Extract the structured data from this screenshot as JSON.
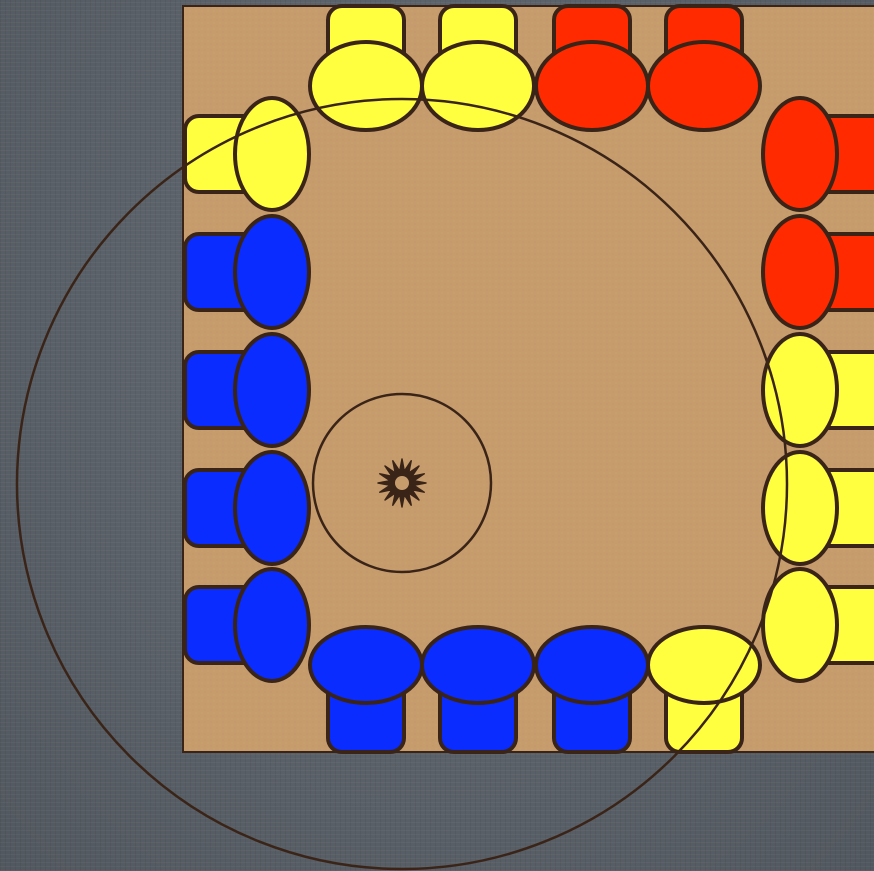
{
  "game": {
    "colors": {
      "board": "#c69c6d",
      "outline": "#3a2418",
      "red": "#ff2a00",
      "yellow": "#ffff40",
      "blue": "#0a2cff",
      "marker": "#3a2418"
    },
    "pieces": {
      "top": [
        "yellow",
        "yellow",
        "red",
        "red"
      ],
      "right": [
        "red",
        "red",
        "yellow",
        "yellow",
        "yellow"
      ],
      "bottom": [
        "blue",
        "blue",
        "blue",
        "yellow"
      ],
      "left": [
        "yellow",
        "blue",
        "blue",
        "blue",
        "blue"
      ]
    },
    "center_marker": "starburst-icon"
  }
}
